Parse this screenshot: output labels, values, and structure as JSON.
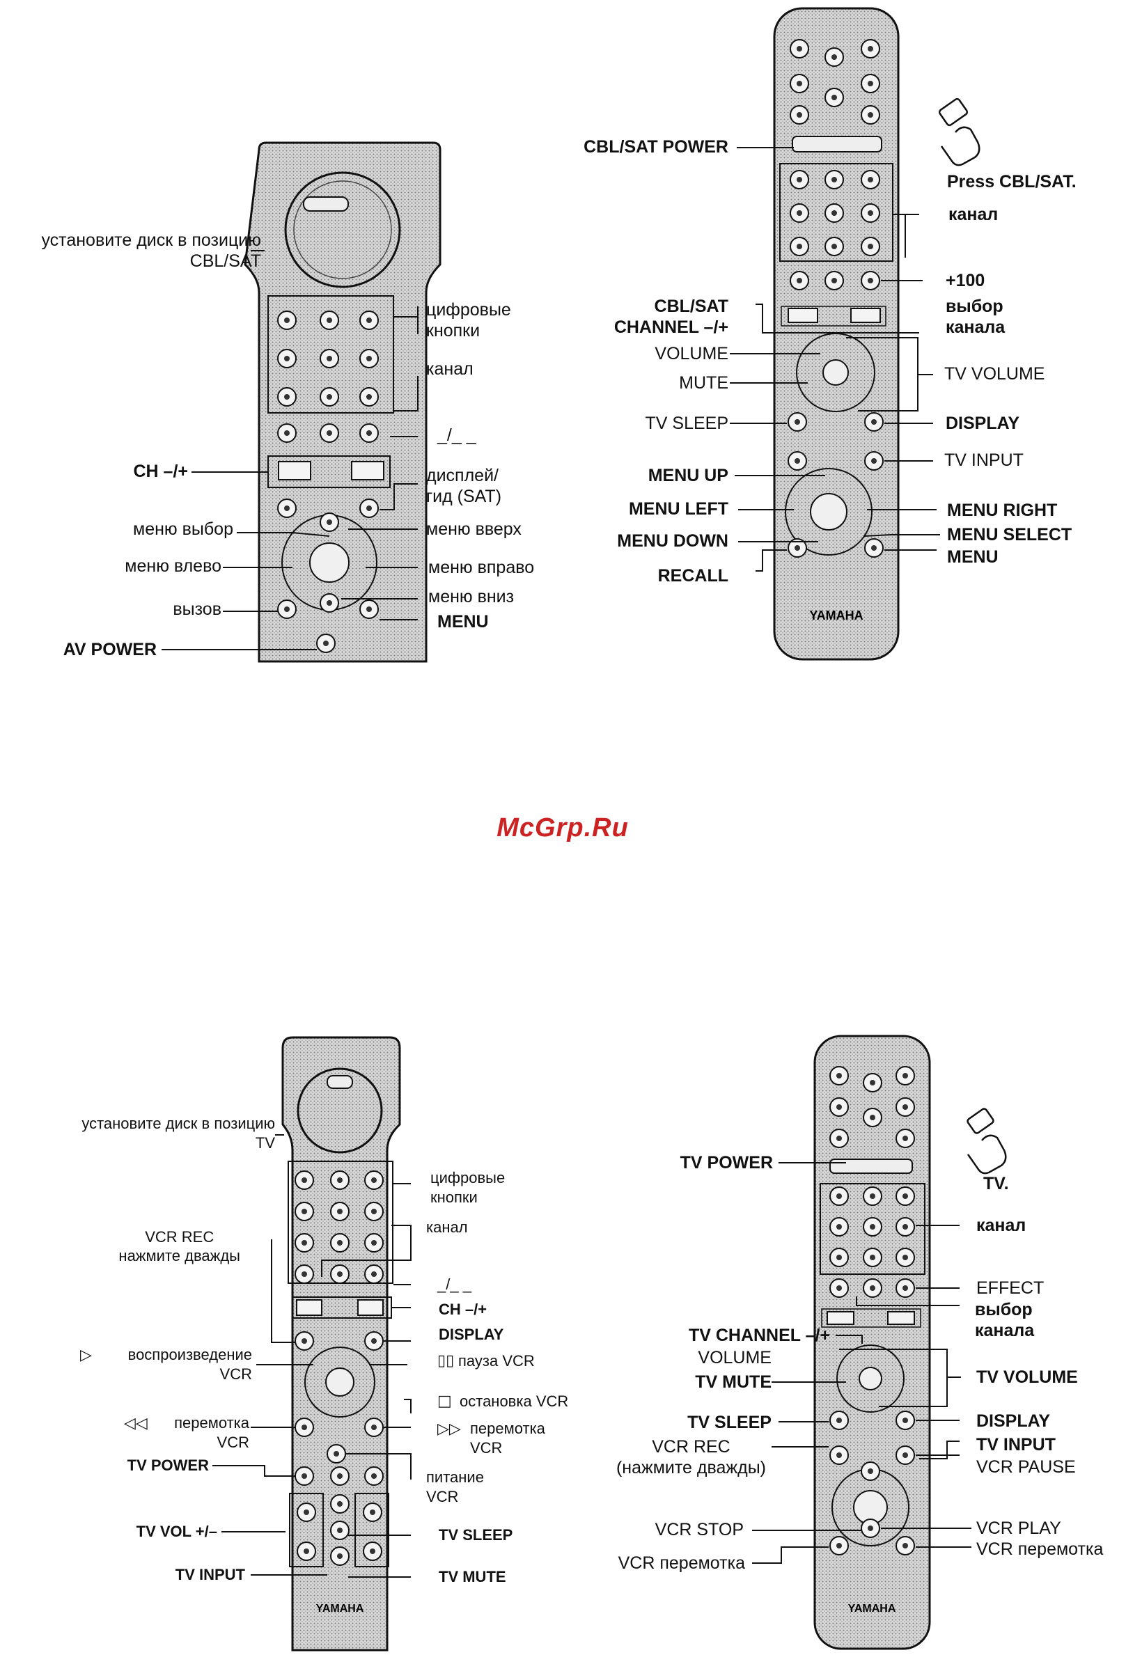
{
  "watermark": "McGrp.Ru",
  "brand": "YAMAHA",
  "q1": {
    "dial": "установите диск в позицию\nCBL/SAT",
    "numeric": "цифровые\nкнопки",
    "channel": "канал",
    "dash": "_/_ _",
    "ch": "CH –/+",
    "display": "дисплей/\nгид (SAT)",
    "menu_select": "меню выбор",
    "menu_up": "меню вверх",
    "menu_left": "меню влево",
    "menu_right": "меню вправо",
    "menu_down": "меню вниз",
    "recall": "вызов",
    "menu": "MENU",
    "av_power": "AV POWER"
  },
  "q2": {
    "cbl_power": "CBL/SAT POWER",
    "press": "Press CBL/SAT.",
    "channel": "канал",
    "plus100": "+100",
    "choice": "выбор\nканала",
    "cbl_channel": "CBL/SAT\nCHANNEL –/+",
    "volume": "VOLUME",
    "mute": "MUTE",
    "tv_volume": "TV VOLUME",
    "tv_sleep": "TV SLEEP",
    "display": "DISPLAY",
    "tv_input": "TV INPUT",
    "menu_up": "MENU UP",
    "menu_left": "MENU LEFT",
    "menu_right": "MENU RIGHT",
    "menu_down": "MENU DOWN",
    "menu_select": "MENU SELECT",
    "menu": "MENU",
    "recall": "RECALL"
  },
  "q3": {
    "dial": "установите диск в позицию\nTV",
    "numeric": "цифровые\nкнопки",
    "channel": "канал",
    "vcr_rec": "VCR REC\nнажмите дважды",
    "dash": "_/_ _",
    "ch": "CH –/+",
    "display": "DISPLAY",
    "play": "воспроизведение\nVCR",
    "pause": "пауза VCR",
    "stop": "остановка VCR",
    "rew": "перемотка\nVCR",
    "ff": "перемотка\nVCR",
    "tv_power": "TV POWER",
    "vcr_power": "питание\nVCR",
    "tv_vol": "TV VOL +/–",
    "tv_sleep": "TV SLEEP",
    "tv_input": "TV INPUT",
    "tv_mute": "TV MUTE"
  },
  "q4": {
    "tv_power": "TV POWER",
    "tv": "TV.",
    "channel": "канал",
    "effect": "EFFECT",
    "choice": "выбор\nканала",
    "tv_channel": "TV CHANNEL –/+",
    "volume": "VOLUME",
    "tv_mute": "TV MUTE",
    "tv_volume": "TV VOLUME",
    "tv_sleep": "TV SLEEP",
    "display": "DISPLAY",
    "vcr_rec": "VCR REC\n(нажмите дважды)",
    "tv_input": "TV INPUT",
    "vcr_pause": "VCR PAUSE",
    "vcr_stop": "VCR STOP",
    "vcr_play": "VCR PLAY",
    "vcr_rew": "VCR перемотка",
    "vcr_ff": "VCR перемотка"
  }
}
